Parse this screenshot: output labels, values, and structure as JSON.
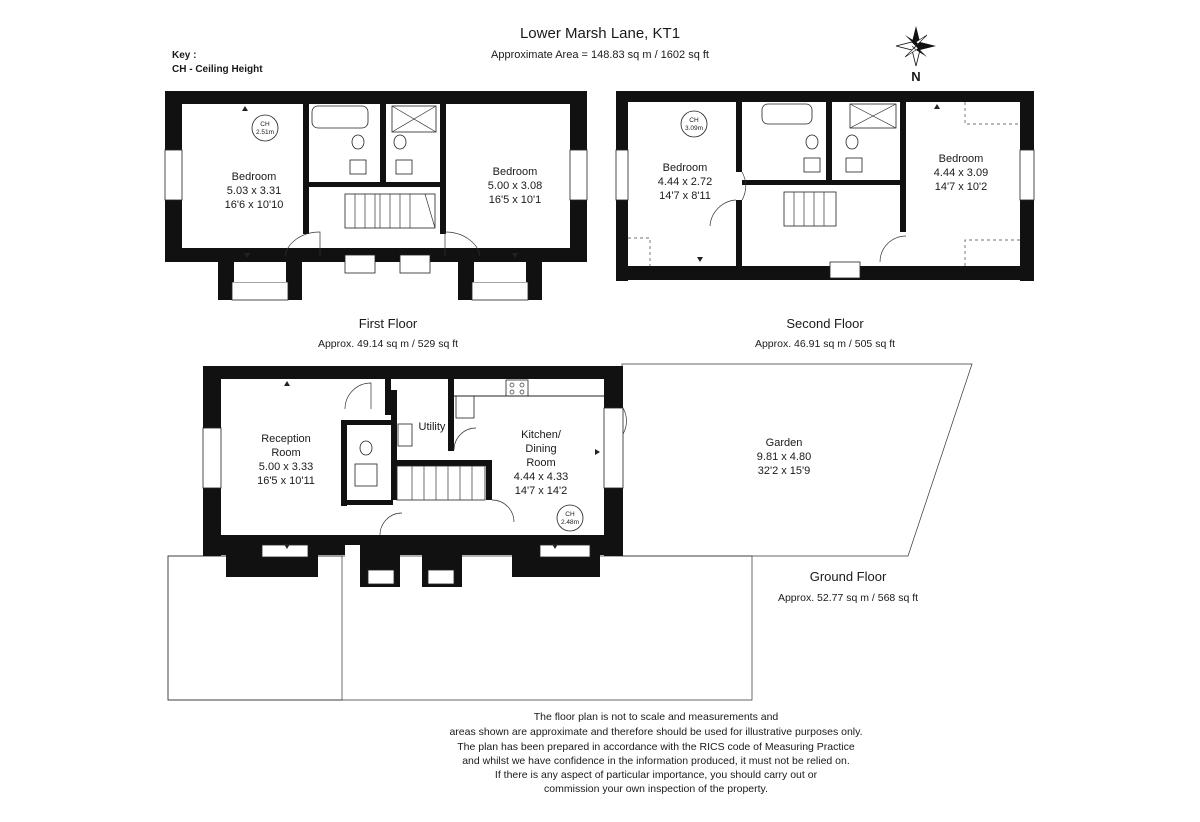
{
  "header": {
    "title": "Lower Marsh Lane, KT1",
    "approx_area": "Approximate Area =  148.83 sq m / 1602 sq ft"
  },
  "key": {
    "heading": "Key :",
    "item": "CH - Ceiling Height"
  },
  "compass": {
    "label": "N"
  },
  "floors": {
    "first": {
      "name": "First Floor",
      "area": "Approx. 49.14 sq m / 529 sq ft",
      "ch_label": "CH",
      "ch_value": "2.51m",
      "rooms": [
        {
          "name": "Bedroom",
          "metric": "5.03 x 3.31",
          "imperial": "16'6 x 10'10"
        },
        {
          "name": "Bedroom",
          "metric": "5.00 x 3.08",
          "imperial": "16'5 x 10'1"
        }
      ]
    },
    "second": {
      "name": "Second Floor",
      "area": "Approx. 46.91 sq m / 505 sq ft",
      "ch_label": "CH",
      "ch_value": "3.09m",
      "rooms": [
        {
          "name": "Bedroom",
          "metric": "4.44 x 2.72",
          "imperial": "14'7 x 8'11"
        },
        {
          "name": "Bedroom",
          "metric": "4.44 x 3.09",
          "imperial": "14'7 x 10'2"
        }
      ]
    },
    "ground": {
      "name": "Ground Floor",
      "area": "Approx. 52.77 sq m / 568 sq ft",
      "ch_label": "CH",
      "ch_value": "2.48m",
      "reception": {
        "line1": "Reception",
        "line2": "Room",
        "metric": "5.00 x 3.33",
        "imperial": "16'5 x 10'11"
      },
      "utility": "Utility",
      "kitchen": {
        "line1": "Kitchen/",
        "line2": "Dining",
        "line3": "Room",
        "metric": "4.44 x 4.33",
        "imperial": "14'7 x 14'2"
      },
      "garden": {
        "name": "Garden",
        "metric": "9.81 x 4.80",
        "imperial": "32'2 x 15'9"
      }
    }
  },
  "disclaimer": [
    "The floor plan is not to scale and measurements and",
    "areas shown are approximate and therefore should be used for illustrative purposes only.",
    "The plan has been prepared in accordance with the RICS code of Measuring Practice",
    "and whilst we have confidence in the information produced, it must not be relied on.",
    "If there is any aspect of particular importance, you should carry out or",
    "commission your own inspection of the property."
  ]
}
